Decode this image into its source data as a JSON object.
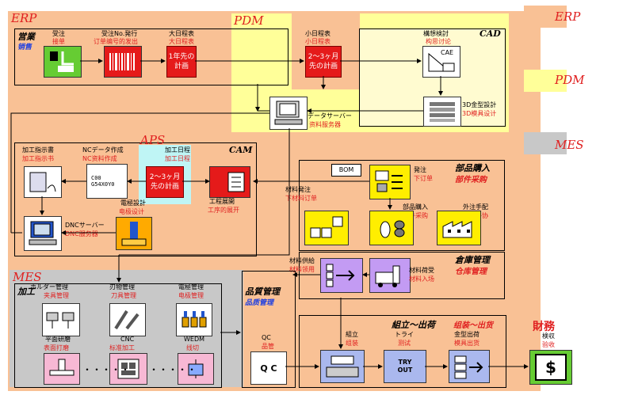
{
  "zones": {
    "erp": "ERP",
    "pdm": "PDM",
    "cad": "CAD",
    "aps": "APS",
    "cam": "CAM",
    "mes": "MES"
  },
  "legend": {
    "erp": "ERP",
    "pdm": "PDM",
    "mes": "MES"
  },
  "eigyo": {
    "title_jp": "営業",
    "title_cn": "销售"
  },
  "juchu": {
    "jp": "受注",
    "cn": "接单"
  },
  "juchu_no": {
    "jp": "受注No.発行",
    "cn": "订单编号的发出"
  },
  "daibi_left": {
    "jp": "大日程表",
    "cn": "大日程表",
    "box": "1年先の計画"
  },
  "shobi": {
    "jp": "小日程表",
    "cn": "小日程表",
    "box": "2～3ヶ月先の計画"
  },
  "koso": {
    "jp": "構想検討",
    "cn": "构思讨论",
    "cae": "CAE"
  },
  "design3d": {
    "jp": "3D金型設計",
    "cn": "3D模具设计"
  },
  "dataserver": {
    "jp": "データサーバー",
    "cn": "资料服务器"
  },
  "kako_shiji": {
    "jp": "加工指示書",
    "cn": "加工指示书"
  },
  "nc_data": {
    "jp": "NCデータ作成",
    "cn": "NC资料作成",
    "code": "C00 G54X0Y0"
  },
  "kako_nittei": {
    "jp": "加工日程",
    "cn": "加工日程",
    "box": "2～3ヶ月先の計画"
  },
  "kotei": {
    "jp": "工程展開",
    "cn": "工序的展开"
  },
  "denkyoku_sekkei": {
    "jp": "電極設計",
    "cn": "电极设计"
  },
  "dnc": {
    "jp": "DNCサーバー",
    "cn": "DNC服务器"
  },
  "buhin_konyu": {
    "jp": "部品購入",
    "cn": "部件采购"
  },
  "bom": "BOM",
  "hatchu": {
    "jp": "発注",
    "cn": "下订单"
  },
  "zairyo_hatchu": {
    "jp": "材料発注",
    "cn": "下材料订单"
  },
  "buhin": {
    "jp": "部品購入",
    "cn": "部件采购"
  },
  "gaichu": {
    "jp": "外注手配",
    "cn": "安排外协"
  },
  "soko": {
    "jp": "倉庫管理",
    "cn": "仓库管理"
  },
  "zairyo_kyokyu": {
    "jp": "材料供給",
    "cn": "材料领用"
  },
  "zairyo_nyuka": {
    "jp": "材料荷受",
    "cn": "材料入场"
  },
  "kako": {
    "title": "加工"
  },
  "holder": {
    "jp": "ホルダー管理",
    "cn": "夹具管理"
  },
  "tool": {
    "jp": "刃物管理",
    "cn": "刀具管理"
  },
  "denkyoku_kanri": {
    "jp": "電極管理",
    "cn": "电极管理"
  },
  "heimen": {
    "jp": "平面研磨",
    "cn": "表面打磨"
  },
  "cnc": {
    "jp": "CNC",
    "cn": "标准加工"
  },
  "wedm": {
    "jp": "WEDM",
    "cn": "线切"
  },
  "hinshitsu": {
    "jp": "品質管理",
    "cn": "品质管理"
  },
  "qc": {
    "jp": "QC",
    "cn": "品管",
    "icon": "Q C"
  },
  "kumitate": {
    "jp": "組立～出荷",
    "cn": "组装～出货"
  },
  "kumitate_item": {
    "jp": "組立",
    "cn": "组装"
  },
  "try": {
    "jp": "トライ",
    "cn": "测试",
    "icon": "TRY OUT"
  },
  "kanagata": {
    "jp": "金型出荷",
    "cn": "模具出货"
  },
  "zaimu": {
    "title": "財務",
    "jp": "検収",
    "cn": "验收",
    "icon": "$"
  }
}
